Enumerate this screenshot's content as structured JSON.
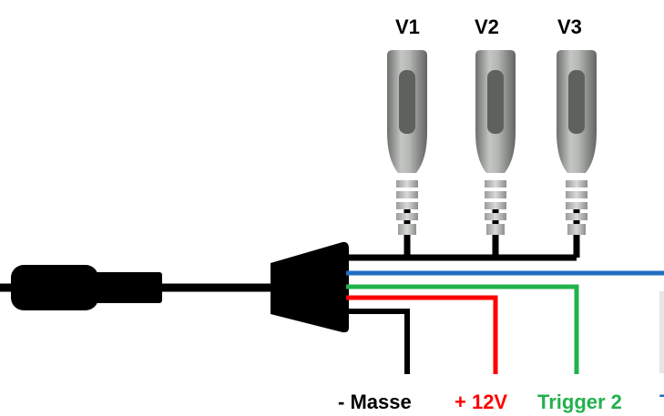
{
  "connectors": [
    {
      "label": "V1"
    },
    {
      "label": "V2"
    },
    {
      "label": "V3"
    }
  ],
  "wires": [
    {
      "label": "- Masse",
      "color": "#000000"
    },
    {
      "label": "+ 12V",
      "color": "#ff0000"
    },
    {
      "label": "Trigger 2",
      "color": "#22b14c"
    },
    {
      "label": "T",
      "color": "#1f6fc0"
    }
  ],
  "colors": {
    "cable": "#000000",
    "blue_wire": "#1f6fc0",
    "connector_body": "#a9aba9",
    "connector_shadow": "#6a6c6a"
  }
}
